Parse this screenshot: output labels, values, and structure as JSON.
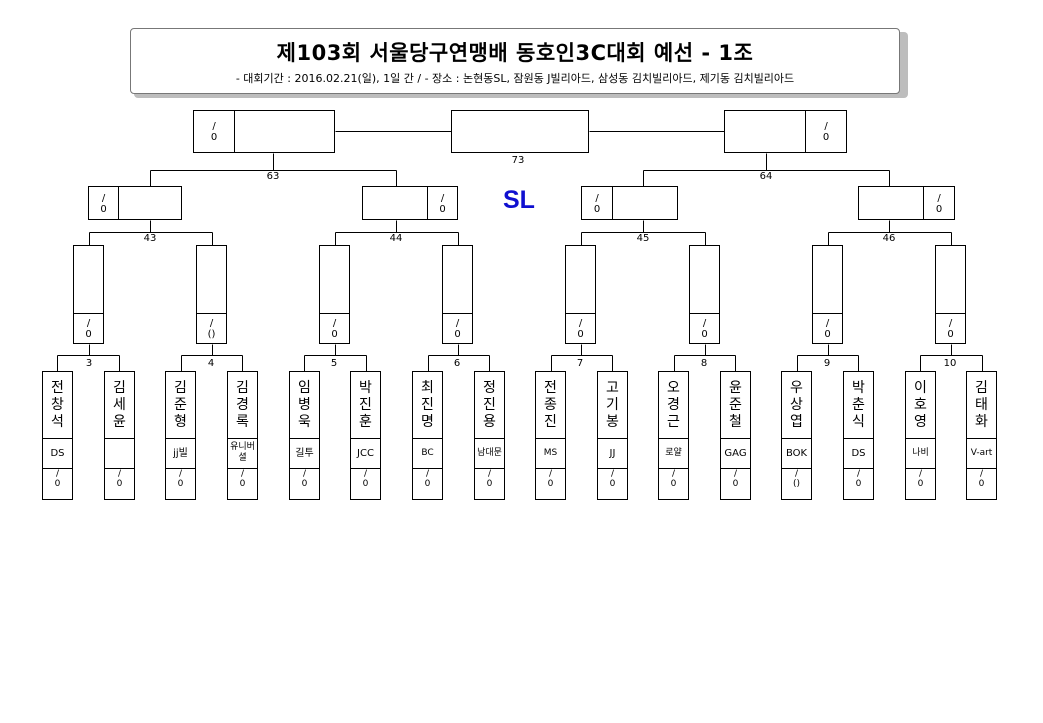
{
  "header": {
    "title": "제103회 서울당구연맹배 동호인3C대회 예선 - 1조",
    "subtitle": "- 대회기간 : 2016.02.21(일), 1일 간 / - 장소 : 논현동SL, 잠원동 J빌리아드, 삼성동 김치빌리아드, 제기동 김치빌리아드"
  },
  "venue_mark": "SL",
  "match_numbers": {
    "final": "73",
    "semi": [
      "63",
      "64"
    ],
    "quarter": [
      "43",
      "44",
      "45",
      "46"
    ],
    "first_round": [
      "3",
      "4",
      "5",
      "6",
      "7",
      "8",
      "9",
      "10"
    ]
  },
  "score_marks": {
    "slash": "/",
    "zero": "0",
    "paren_zero": "()"
  },
  "players": [
    {
      "name": "전창석",
      "club": "DS",
      "score_bottom": "0"
    },
    {
      "name": "김세윤",
      "club": "",
      "score_bottom": "0"
    },
    {
      "name": "김준형",
      "club": "jj빌",
      "score_bottom": "0"
    },
    {
      "name": "김경록",
      "club": "유니버셜",
      "score_bottom": "0"
    },
    {
      "name": "임병욱",
      "club": "길투",
      "score_bottom": "0"
    },
    {
      "name": "박진훈",
      "club": "JCC",
      "score_bottom": "0"
    },
    {
      "name": "최진명",
      "club": "BC",
      "score_bottom": "0"
    },
    {
      "name": "정진용",
      "club": "남대문",
      "score_bottom": "0"
    },
    {
      "name": "전종진",
      "club": "MS",
      "score_bottom": "0"
    },
    {
      "name": "고기봉",
      "club": "JJ",
      "score_bottom": "0"
    },
    {
      "name": "오경근",
      "club": "로얄",
      "score_bottom": "0"
    },
    {
      "name": "윤준철",
      "club": "GAG",
      "score_bottom": "0"
    },
    {
      "name": "우상엽",
      "club": "BOK",
      "score_bottom": "()"
    },
    {
      "name": "박춘식",
      "club": "DS",
      "score_bottom": "0"
    },
    {
      "name": "이호영",
      "club": "나비",
      "score_bottom": "0"
    },
    {
      "name": "김태화",
      "club": "V-art",
      "score_bottom": "0"
    }
  ]
}
